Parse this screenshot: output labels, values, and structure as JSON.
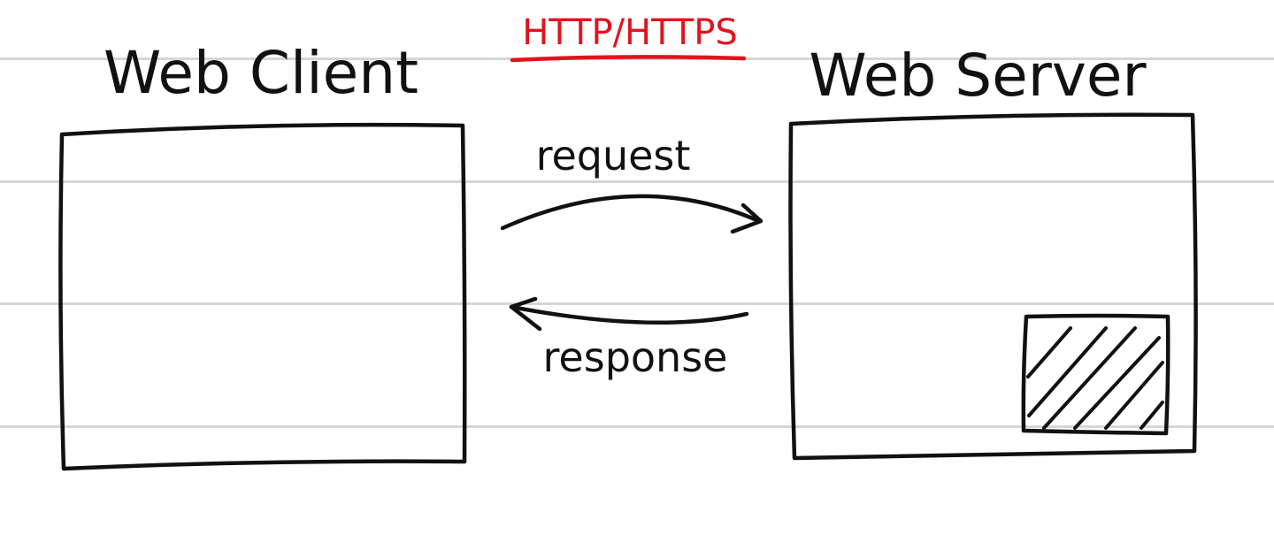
{
  "protocol": {
    "label": "HTTP/HTTPS",
    "color": "#e0141e"
  },
  "client": {
    "label": "Web Client"
  },
  "server": {
    "label": "Web Server"
  },
  "arrows": {
    "request_label": "request",
    "response_label": "response"
  },
  "colors": {
    "ink": "#111111",
    "ruled_lines": "#d6d6d6",
    "background": "#ffffff"
  }
}
